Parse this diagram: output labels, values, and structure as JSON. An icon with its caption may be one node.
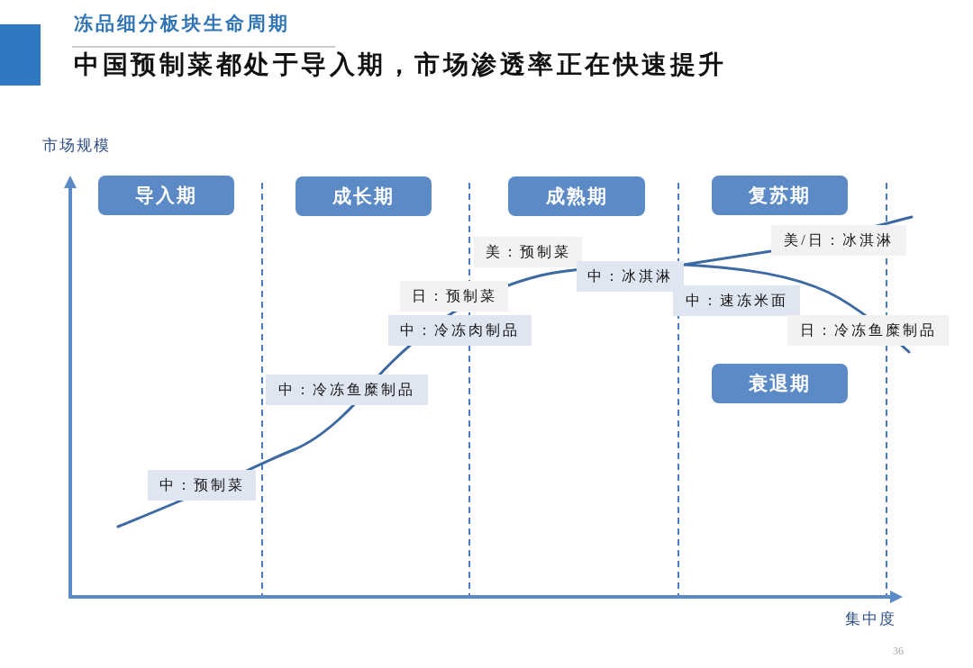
{
  "diagram": {
    "title": "中国预制菜都处于导入期，市场渗透率正在快速提升",
    "nodes": [
      {
        "text": [
          "导入期"
        ]
      },
      {
        "text": [
          "成长期"
        ]
      },
      {
        "text": [
          "成熟期"
        ]
      },
      {
        "text": [
          "复苏期"
        ]
      },
      {
        "text": [
          "美/日：冰淇淋"
        ]
      },
      {
        "text": [
          "美：预制菜"
        ]
      },
      {
        "text": [
          "中：冰淇淋"
        ]
      },
      {
        "text": [
          "日：预制菜"
        ]
      },
      {
        "text": [
          "中：速冻米面"
        ]
      },
      {
        "text": [
          "中：冷冻肉制品"
        ]
      },
      {
        "text": [
          "日：冷冻鱼糜制品"
        ]
      },
      {
        "text": [
          "衰退期"
        ]
      },
      {
        "text": [
          "中：冷冻鱼糜制品"
        ]
      },
      {
        "text": [
          "中：预制菜"
        ]
      }
    ],
    "labels": [
      "冻品细分板块生命周期",
      "市场规模",
      "集中度",
      "36"
    ]
  }
}
